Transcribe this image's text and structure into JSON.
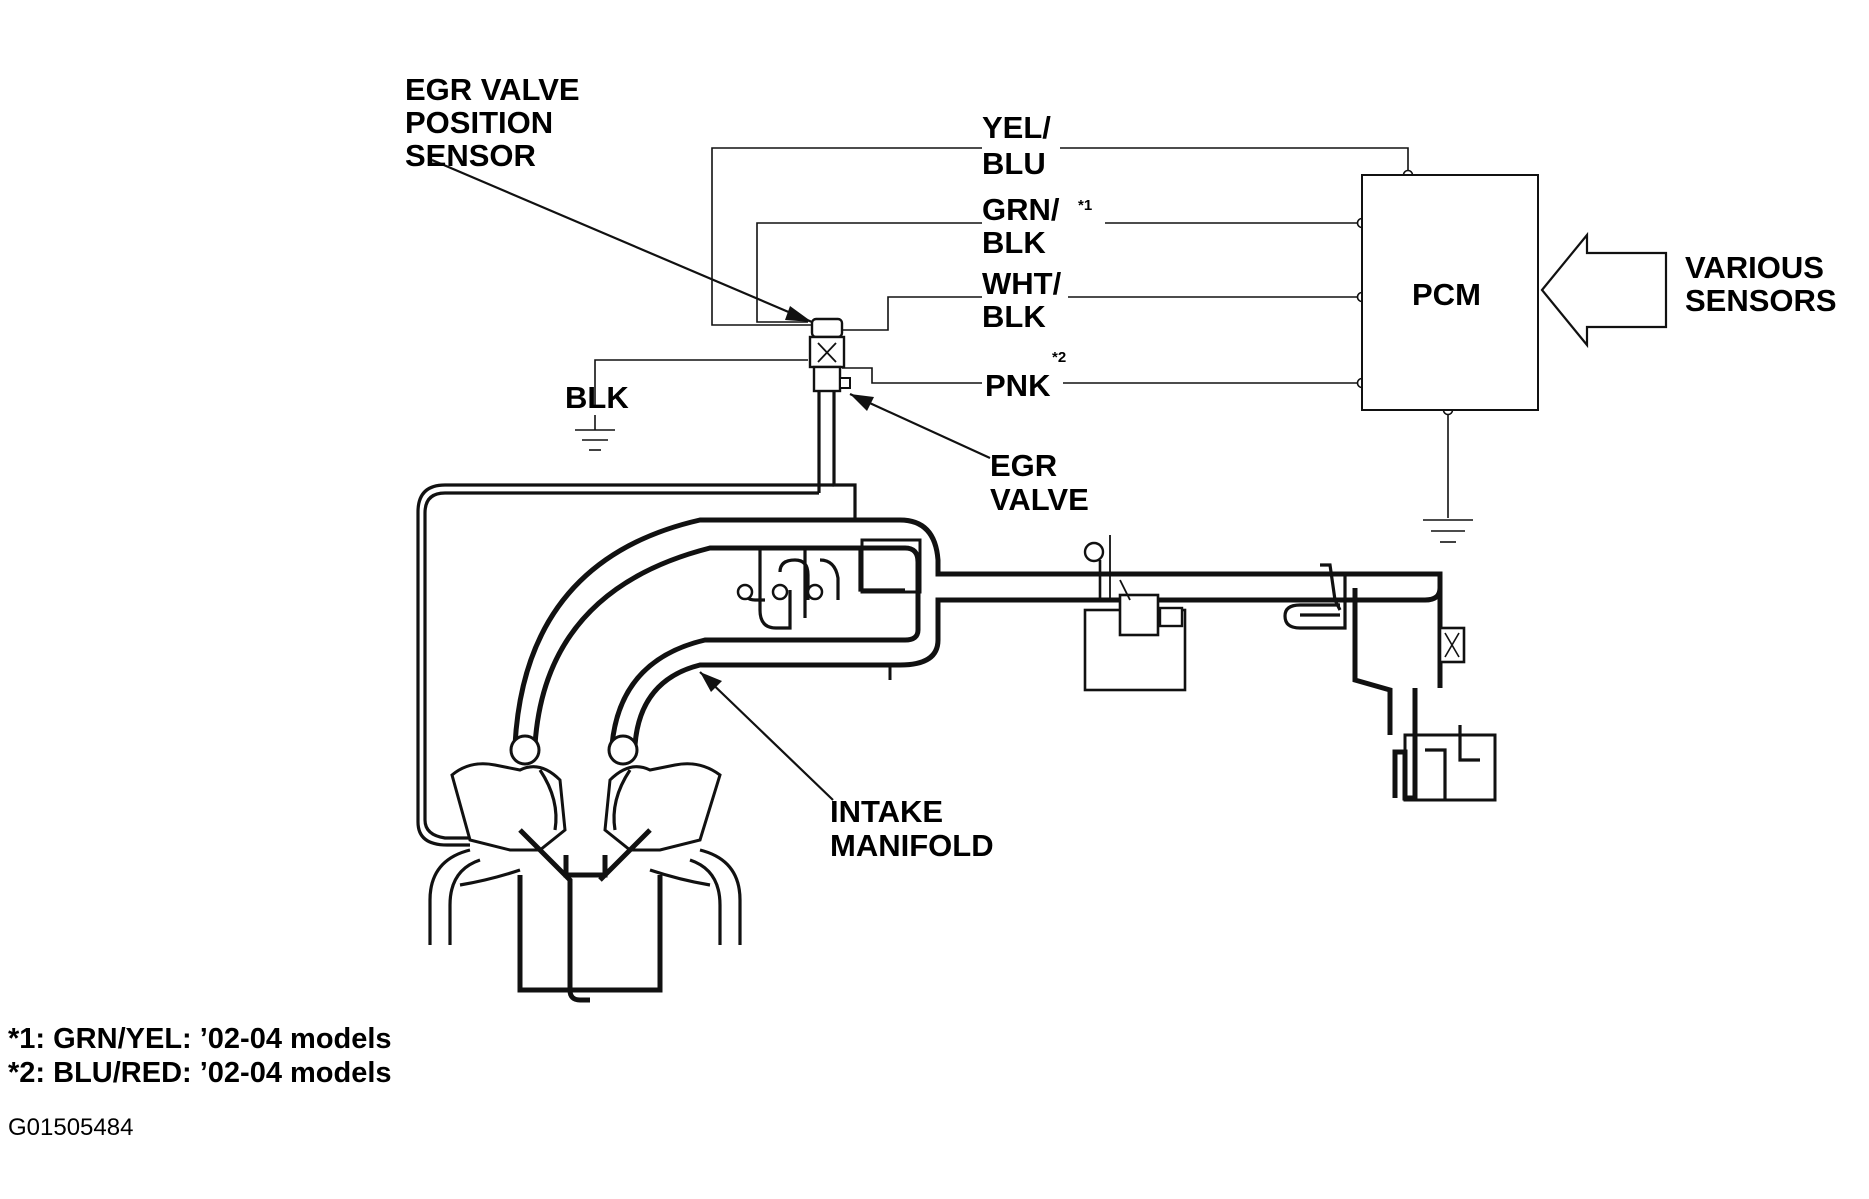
{
  "labels": {
    "egr_sensor": [
      "EGR VALVE",
      "POSITION",
      "SENSOR"
    ],
    "wire_yel_blu": [
      "YEL/",
      "BLU"
    ],
    "wire_grn_blk": [
      "GRN/",
      "BLK"
    ],
    "wire_grn_blk_mark": "*1",
    "wire_wht_blk": [
      "WHT/",
      "BLK"
    ],
    "wire_pnk": "PNK",
    "wire_pnk_mark": "*2",
    "wire_blk": "BLK",
    "pcm": "PCM",
    "various_sensors": [
      "VARIOUS",
      "SENSORS"
    ],
    "egr_valve": [
      "EGR",
      "VALVE"
    ],
    "intake_manifold": [
      "INTAKE",
      "MANIFOLD"
    ]
  },
  "notes": [
    "*1: GRN/YEL:  ’02-04 models",
    "*2: BLU/RED:  ’02-04 models"
  ],
  "figure_code": "G01505484"
}
